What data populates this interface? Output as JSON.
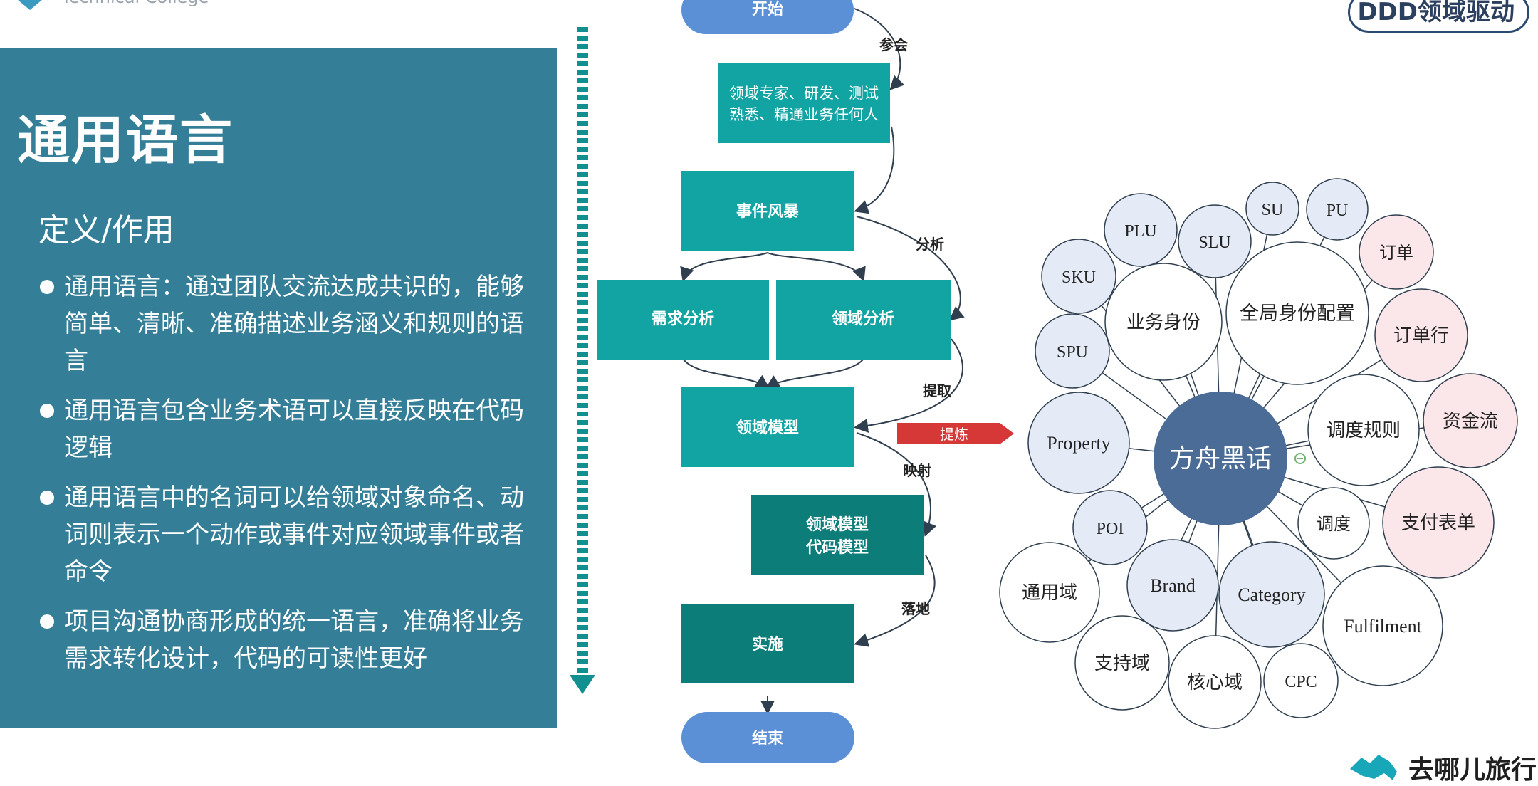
{
  "header": {
    "logo_text": "Technical College",
    "badge_text": "DDD领域驱动"
  },
  "panel": {
    "title": "通用语言",
    "subtitle": "定义/作用",
    "bullets": [
      "通用语言：通过团队交流达成共识的，能够简单、清晰、准确描述业务涵义和规则的语言",
      "通用语言包含业务术语可以直接反映在代码逻辑",
      "通用语言中的名词可以给领域对象命名、动词则表示一个动作或事件对应领域事件或者命令",
      "项目沟通协商形成的统一语言，准确将业务需求转化设计，代码的可读性更好"
    ]
  },
  "flow": {
    "nodes": {
      "start": "开始",
      "experts_line1": "领域专家、研发、测试",
      "experts_line2": "熟悉、精通业务任何人",
      "storm": "事件风暴",
      "req": "需求分析",
      "domain": "领域分析",
      "model": "领域模型",
      "code_line1": "领域模型",
      "code_line2": "代码模型",
      "impl": "实施",
      "end": "结束"
    },
    "edge_labels": {
      "join": "参会",
      "analyze": "分析",
      "extract": "提取",
      "map": "映射",
      "land": "落地"
    },
    "refine_label": "提炼"
  },
  "bubbles": {
    "center": "方舟黑话",
    "items": [
      "SU",
      "PU",
      "PLU",
      "SLU",
      "订单",
      "SKU",
      "业务身份",
      "全局身份配置",
      "订单行",
      "SPU",
      "资金流",
      "调度规则",
      "Property",
      "POI",
      "调度",
      "支付表单",
      "通用域",
      "Brand",
      "Category",
      "Fulfilment",
      "支持域",
      "核心域",
      "CPC"
    ]
  },
  "footer": {
    "brand": "去哪儿旅行"
  },
  "colors": {
    "panel_bg": "#347f97",
    "box_teal": "#12a3a3",
    "box_dark": "#0d7d7a",
    "pill_blue": "#5b8fd6",
    "center_bubble": "#4a6c96",
    "bubble_blue": "#e4eaf6",
    "bubble_pink": "#fbe6ea",
    "refine_arrow": "#d63838"
  }
}
